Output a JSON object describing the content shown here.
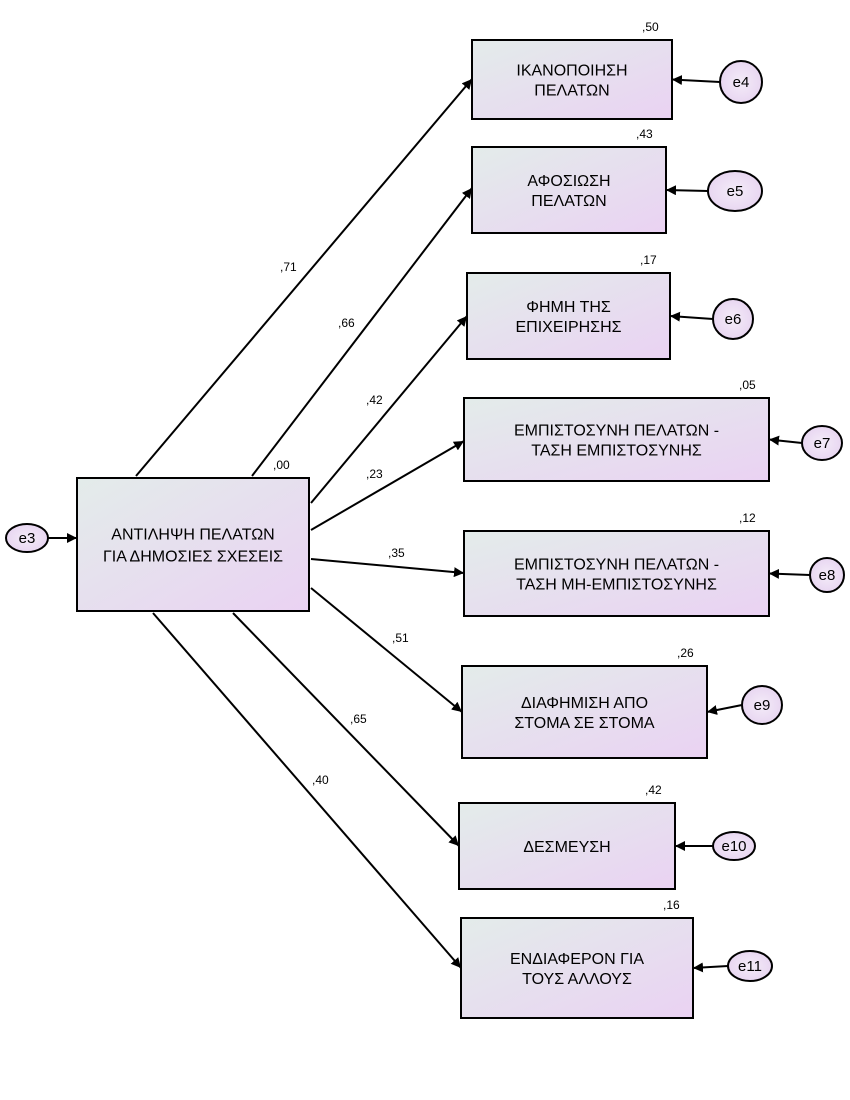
{
  "source": {
    "label_lines": [
      "ΑΝΤΙΛΗΨΗ ΠΕΛΑΤΩΝ",
      "ΓΙΑ ΔΗΜΟΣΙΕΣ ΣΧΕΣΕΙΣ"
    ],
    "r2": ",00",
    "error": "e3"
  },
  "outcomes": [
    {
      "label_lines": [
        "ΙΚΑΝΟΠΟΙΗΣΗ",
        "ΠΕΛΑΤΩΝ"
      ],
      "r2": ",50",
      "error": "e4",
      "path_coef": ",71"
    },
    {
      "label_lines": [
        "ΑΦΟΣΙΩΣΗ",
        "ΠΕΛΑΤΩΝ"
      ],
      "r2": ",43",
      "error": "e5",
      "path_coef": ",66"
    },
    {
      "label_lines": [
        "ΦΗΜΗ ΤΗΣ",
        "ΕΠΙΧΕΙΡΗΣΗΣ"
      ],
      "r2": ",17",
      "error": "e6",
      "path_coef": ",42"
    },
    {
      "label_lines": [
        "ΕΜΠΙΣΤΟΣΥΝΗ ΠΕΛΑΤΩΝ -",
        "ΤΑΣΗ ΕΜΠΙΣΤΟΣΥΝΗΣ"
      ],
      "r2": ",05",
      "error": "e7",
      "path_coef": ",23"
    },
    {
      "label_lines": [
        "ΕΜΠΙΣΤΟΣΥΝΗ ΠΕΛΑΤΩΝ -",
        "ΤΑΣΗ ΜΗ-ΕΜΠΙΣΤΟΣΥΝΗΣ"
      ],
      "r2": ",12",
      "error": "e8",
      "path_coef": ",35"
    },
    {
      "label_lines": [
        "ΔΙΑΦΗΜΙΣΗ ΑΠΟ",
        "ΣΤΟΜΑ ΣΕ ΣΤΟΜΑ"
      ],
      "r2": ",26",
      "error": "e9",
      "path_coef": ",51"
    },
    {
      "label_lines": [
        "ΔΕΣΜΕΥΣΗ"
      ],
      "r2": ",42",
      "error": "e10",
      "path_coef": ",65"
    },
    {
      "label_lines": [
        "ΕΝΔΙΑΦΕΡΟΝ ΓΙΑ",
        "ΤΟΥΣ ΑΛΛΟΥΣ"
      ],
      "r2": ",16",
      "error": "e11",
      "path_coef": ",40"
    }
  ]
}
